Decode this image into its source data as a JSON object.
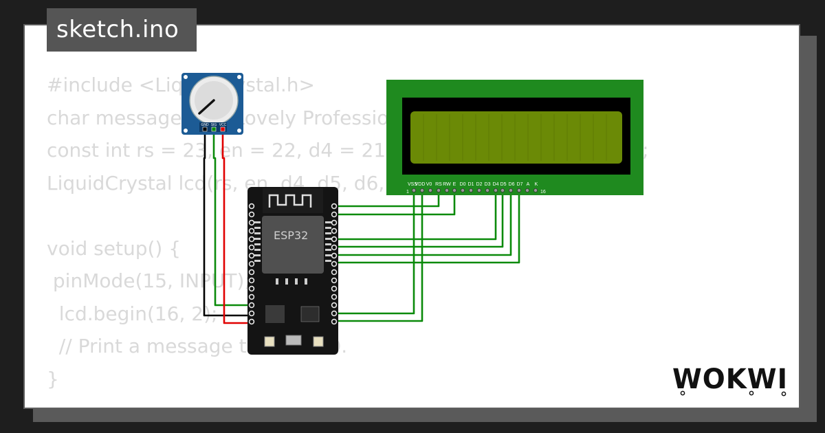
{
  "file_tab": {
    "label": "sketch.ino"
  },
  "code_lines": [
    "#include <LiquidCrystal.h>",
    "char message[] = \"Lovely Professional University\";",
    "const int rs = 23, en = 22, d4 = 21, d5 = 19, d6 = 18, d7 = 5;",
    "LiquidCrystal lcd(rs, en, d4, d5, d6, d7);",
    "",
    "void setup() {",
    " pinMode(15, INPUT);",
    "  lcd.begin(16, 2);",
    "  // Print a message to the LCD.",
    "}"
  ],
  "esp32": {
    "label": "ESP32"
  },
  "potentiometer": {
    "pin_labels": [
      "GND",
      "SIG",
      "VCC"
    ]
  },
  "lcd": {
    "pin_labels": [
      "VSS",
      "VDD",
      "V0",
      "RS",
      "RW",
      "E",
      "D0",
      "D1",
      "D2",
      "D3",
      "D4",
      "D5",
      "D6",
      "D7",
      "A",
      "K"
    ],
    "pin_first": "1",
    "pin_last": "16",
    "colors": {
      "board": "#1f8a1f",
      "screen": "#6b8a06",
      "bezel": "#000000"
    }
  },
  "wire_colors": {
    "signal": "#0a8a0a",
    "power": "#e00000",
    "ground": "#000000"
  },
  "brand": {
    "logo_text": "WOKWI"
  }
}
